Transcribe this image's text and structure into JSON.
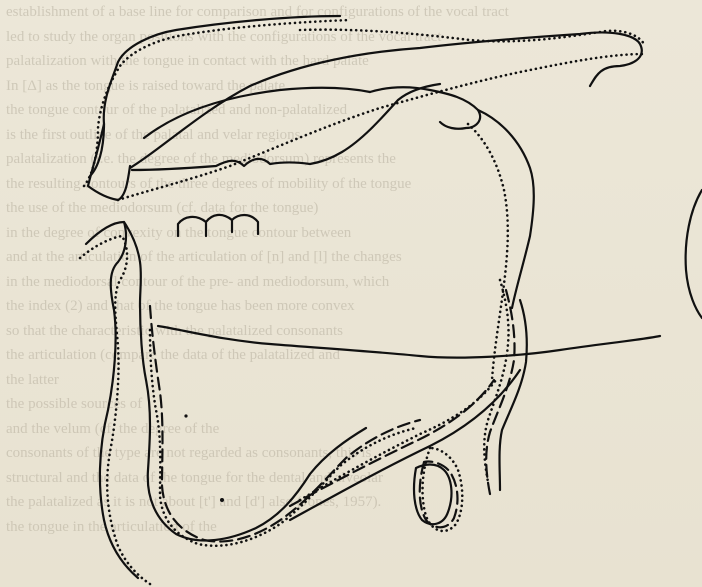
{
  "bleed_through_text": [
    "establishment of a base line for comparison and for configurations of the vocal tract",
    "led to study the organ positions with the configurations of the vocal tract",
    "palatalization with the tongue in contact with the hard palate",
    "In [Δ] as the tongue is raised toward the palate",
    "the tongue contour of the palatalized and non-palatalized",
    "is the first outline of the palatal and velar regions",
    "palatalization (i.e. the degree of the mediodorsum) represents the",
    "the resulting contours of the three degrees of mobility of the tongue",
    "the use of the mediodorsum (cf. data for the tongue)",
    "in the degree of convexity on the tongue contour between",
    "and at the articulation of the articulation of [n] and [l] the changes",
    "in the mediodorsal contour of the pre- and mediodorsum, which",
    "the index (2) and that of the tongue has been more convex",
    "so that the characteristic with the palatalized consonants",
    "the articulation (compare the data of the palatalized and",
    "the latter",
    "the possible sources of",
    "and the velum (cf. the degree of the",
    "consonants of the type are not regarded as consonants, this is",
    "structural and the data of the tongue for the dental and alveolar",
    "the palatalized as it is not about [t'] and [d'] also (Jones, 1957).",
    "the tongue in the articulation of the"
  ],
  "legend": [
    {
      "style": "solid"
    },
    {
      "style": "dotted"
    },
    {
      "style": "dashed"
    }
  ]
}
